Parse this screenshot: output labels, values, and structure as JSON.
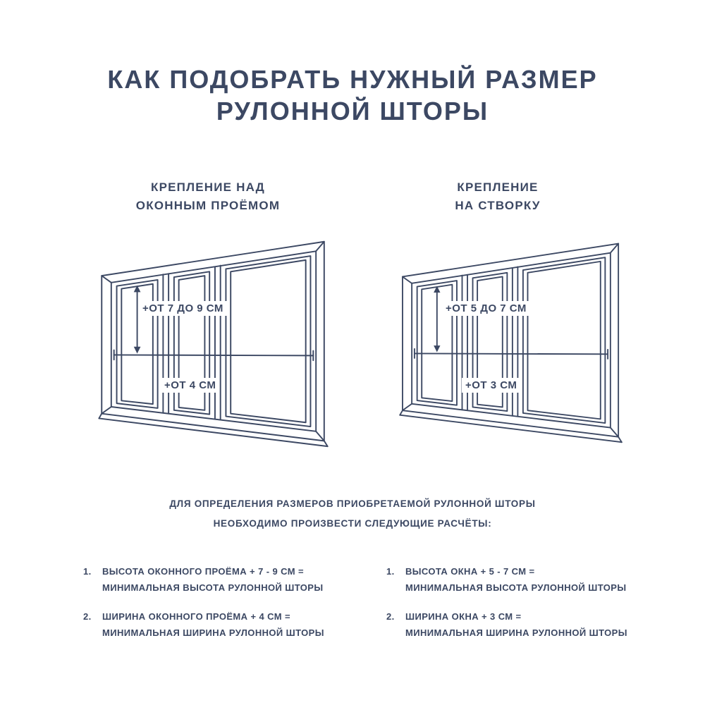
{
  "title": "КАК ПОДОБРАТЬ НУЖНЫЙ РАЗМЕР\nРУЛОННОЙ ШТОРЫ",
  "colors": {
    "ink": "#3c4863",
    "background": "#ffffff"
  },
  "columns": [
    {
      "heading": "КРЕПЛЕНИЕ НАД\nОКОННЫМ ПРОЁМОМ",
      "height_label": "+ОТ 7 ДО 9 СМ",
      "width_label": "+ОТ 4 СМ",
      "illustration": "window-mounted-above-opening"
    },
    {
      "heading": "КРЕПЛЕНИЕ\nНА СТВОРКУ",
      "height_label": "+ОТ 5 ДО 7 СМ",
      "width_label": "+ОТ 3 СМ",
      "illustration": "window-mounted-on-sash"
    }
  ],
  "note": "ДЛЯ ОПРЕДЕЛЕНИЯ РАЗМЕРОВ ПРИОБРЕТАЕМОЙ РУЛОННОЙ ШТОРЫ\nНЕОБХОДИМО ПРОИЗВЕСТИ СЛЕДУЮЩИЕ РАСЧЁТЫ:",
  "calculations": {
    "left": [
      {
        "num": "1.",
        "text": "ВЫСОТА ОКОННОГО ПРОЁМА + 7 - 9 СМ =\nМИНИМАЛЬНАЯ ВЫСОТА РУЛОННОЙ ШТОРЫ"
      },
      {
        "num": "2.",
        "text": "ШИРИНА ОКОННОГО ПРОЁМА + 4 СМ =\nМИНИМАЛЬНАЯ ШИРИНА РУЛОННОЙ ШТОРЫ"
      }
    ],
    "right": [
      {
        "num": "1.",
        "text": "ВЫСОТА ОКНА + 5 - 7 СМ =\nМИНИМАЛЬНАЯ ВЫСОТА РУЛОННОЙ ШТОРЫ"
      },
      {
        "num": "2.",
        "text": "ШИРИНА ОКНА + 3 СМ =\nМИНИМАЛЬНАЯ ШИРИНА РУЛОННОЙ ШТОРЫ"
      }
    ]
  }
}
